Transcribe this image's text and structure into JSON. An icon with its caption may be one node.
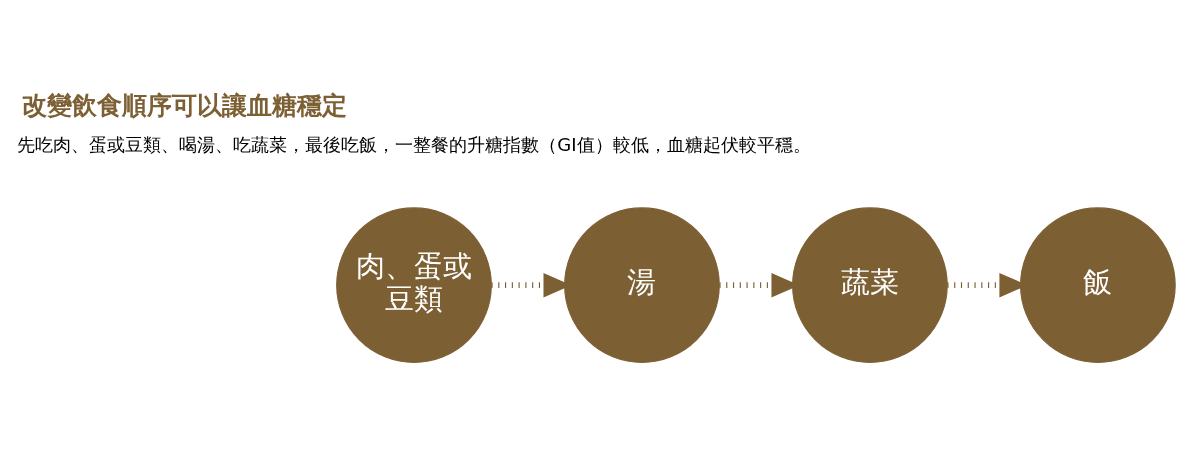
{
  "diagram": {
    "title": "改變飲食順序可以讓血糖穩定",
    "nodes": [
      {
        "text": [
          "肉、蛋或豆類"
        ]
      },
      {
        "text": [
          "湯"
        ]
      },
      {
        "text": [
          "蔬菜"
        ]
      },
      {
        "text": [
          "飯"
        ]
      }
    ],
    "edges": [
      {
        "from": 0,
        "to": 1,
        "arrow": "to",
        "style": "dashed"
      },
      {
        "from": 1,
        "to": 2,
        "arrow": "to",
        "style": "dashed"
      },
      {
        "from": 2,
        "to": 3,
        "arrow": "to",
        "style": "dashed"
      }
    ],
    "labels": [
      "先吃肉、蛋或豆類、喝湯、吃蔬菜，最後吃飯，一整餐的升糖指數（GI值）較低，血糖起伏較平穩。"
    ]
  }
}
